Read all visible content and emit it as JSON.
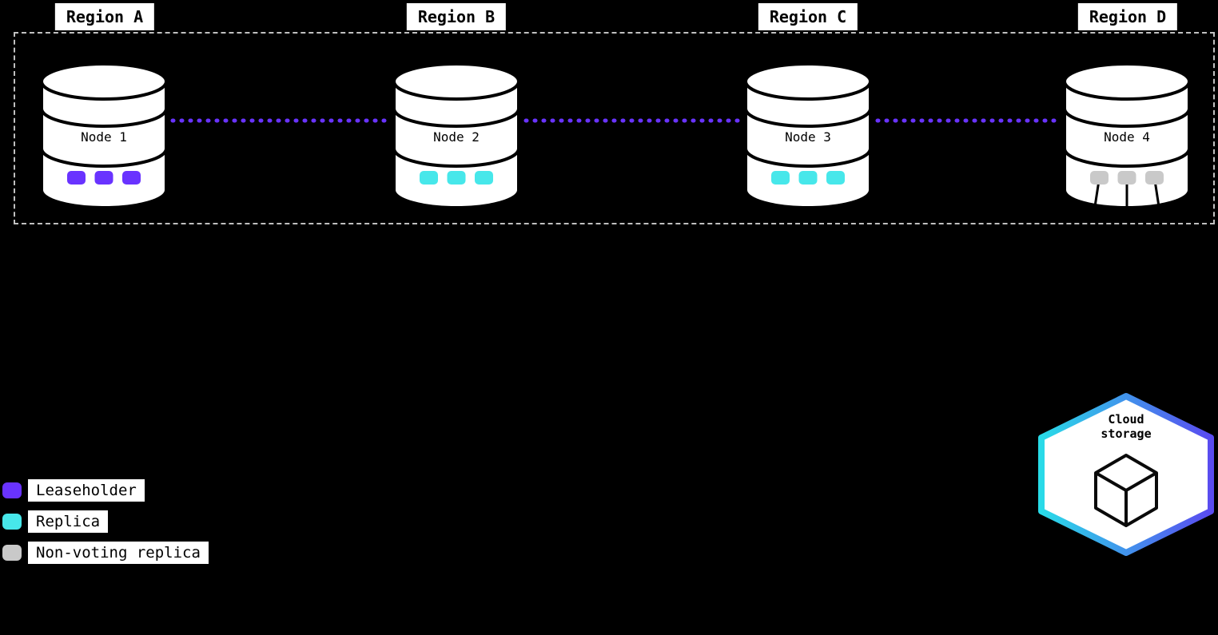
{
  "regions": [
    {
      "label": "Region A"
    },
    {
      "label": "Region B"
    },
    {
      "label": "Region C"
    },
    {
      "label": "Region D"
    }
  ],
  "nodes": [
    {
      "name": "Node 1",
      "role": "leaseholder",
      "square_color": "#6933ff"
    },
    {
      "name": "Node 2",
      "role": "replica",
      "square_color": "#47e7ea"
    },
    {
      "name": "Node 3",
      "role": "replica",
      "square_color": "#47e7ea"
    },
    {
      "name": "Node 4",
      "role": "non-voting replica",
      "square_color": "#c9c9c9"
    }
  ],
  "legend": [
    {
      "label": "Leaseholder",
      "color": "#6933ff"
    },
    {
      "label": "Replica",
      "color": "#47e7ea"
    },
    {
      "label": "Non-voting replica",
      "color": "#c9c9c9"
    }
  ],
  "cloud_storage": {
    "line1": "Cloud",
    "line2": "storage",
    "gradient_start": "#29dbe8",
    "gradient_end": "#5a4bf0"
  },
  "colors": {
    "background": "#000000",
    "connector": "#6933ff",
    "dashed_border": "#c0c0c0"
  }
}
